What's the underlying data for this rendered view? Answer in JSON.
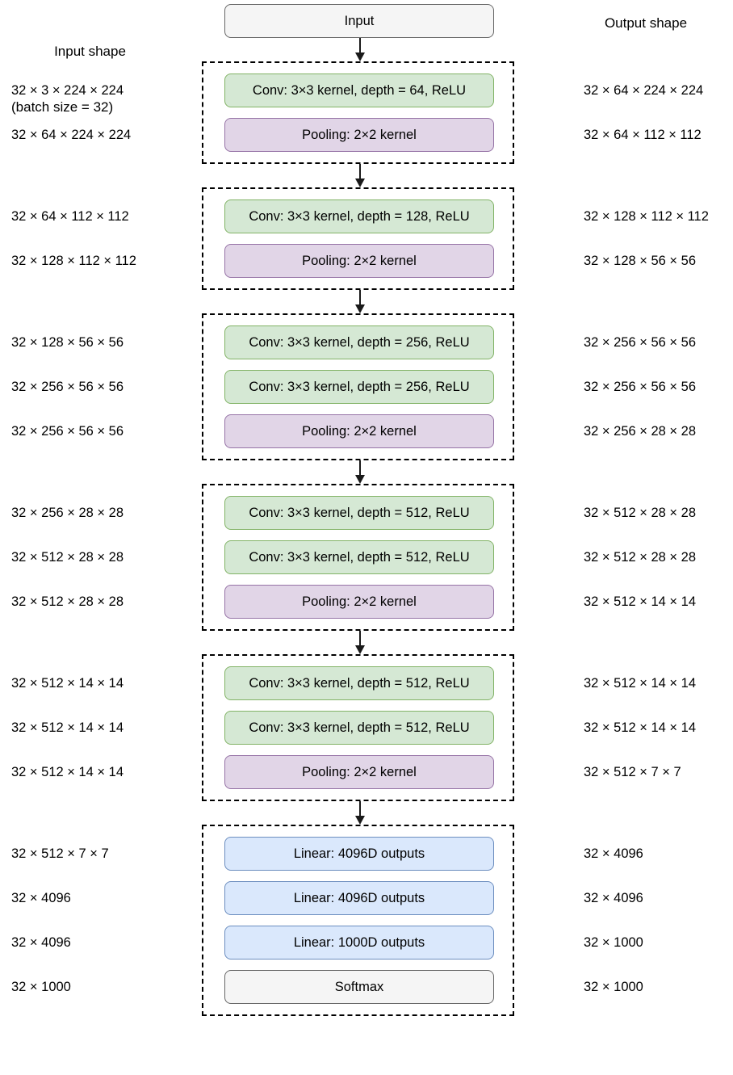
{
  "headers": {
    "input_line1": "Input shape",
    "input_line2": "(batch size = 32)",
    "output": "Output shape"
  },
  "colors": {
    "conv_fill": "#d5e8d4",
    "conv_border": "#82b366",
    "pool_fill": "#e1d5e7",
    "pool_border": "#9673a6",
    "linear_fill": "#dae8fc",
    "linear_border": "#6c8ebf",
    "plain_fill": "#f5f5f5",
    "plain_border": "#666666",
    "group_border": "#000000",
    "arrow": "#1a1a1a"
  },
  "input_node": {
    "label": "Input"
  },
  "blocks": [
    {
      "name": "block-1",
      "layers": [
        {
          "type": "conv",
          "label": "Conv: 3×3 kernel, depth = 64, ReLU",
          "input_shape": "32 × 3 × 224 × 224",
          "output_shape": "32 × 64 × 224 × 224"
        },
        {
          "type": "pool",
          "label": "Pooling: 2×2 kernel",
          "input_shape": "32 × 64 × 224 × 224",
          "output_shape": "32 × 64 × 112 × 112"
        }
      ]
    },
    {
      "name": "block-2",
      "layers": [
        {
          "type": "conv",
          "label": "Conv: 3×3 kernel, depth = 128, ReLU",
          "input_shape": "32 × 64 × 112 × 112",
          "output_shape": "32 × 128 × 112 × 112"
        },
        {
          "type": "pool",
          "label": "Pooling: 2×2 kernel",
          "input_shape": "32 × 128 × 112 × 112",
          "output_shape": "32 × 128 × 56 × 56"
        }
      ]
    },
    {
      "name": "block-3",
      "layers": [
        {
          "type": "conv",
          "label": "Conv: 3×3 kernel, depth = 256, ReLU",
          "input_shape": "32 × 128 × 56 × 56",
          "output_shape": "32 × 256 × 56 × 56"
        },
        {
          "type": "conv",
          "label": "Conv: 3×3 kernel, depth = 256, ReLU",
          "input_shape": "32 × 256 × 56 × 56",
          "output_shape": "32 × 256 × 56 × 56"
        },
        {
          "type": "pool",
          "label": "Pooling: 2×2 kernel",
          "input_shape": "32 × 256 × 56 × 56",
          "output_shape": "32 × 256 × 28 × 28"
        }
      ]
    },
    {
      "name": "block-4",
      "layers": [
        {
          "type": "conv",
          "label": "Conv: 3×3 kernel, depth = 512, ReLU",
          "input_shape": "32 × 256 × 28 × 28",
          "output_shape": "32 × 512 × 28 × 28"
        },
        {
          "type": "conv",
          "label": "Conv: 3×3 kernel, depth = 512, ReLU",
          "input_shape": "32 × 512 × 28 × 28",
          "output_shape": "32 × 512 × 28 × 28"
        },
        {
          "type": "pool",
          "label": "Pooling: 2×2 kernel",
          "input_shape": "32 × 512 × 28 × 28",
          "output_shape": "32 × 512 × 14 × 14"
        }
      ]
    },
    {
      "name": "block-5",
      "layers": [
        {
          "type": "conv",
          "label": "Conv: 3×3 kernel, depth = 512, ReLU",
          "input_shape": "32 × 512 × 14 × 14",
          "output_shape": "32 × 512 × 14 × 14"
        },
        {
          "type": "conv",
          "label": "Conv: 3×3 kernel, depth = 512, ReLU",
          "input_shape": "32 × 512 × 14 × 14",
          "output_shape": "32 × 512 × 14 × 14"
        },
        {
          "type": "pool",
          "label": "Pooling: 2×2 kernel",
          "input_shape": "32 × 512 × 14 × 14",
          "output_shape": "32 × 512 × 7 × 7"
        }
      ]
    },
    {
      "name": "block-6",
      "layers": [
        {
          "type": "linear",
          "label": "Linear: 4096D outputs",
          "input_shape": "32 × 512 × 7 × 7",
          "output_shape": "32 × 4096"
        },
        {
          "type": "linear",
          "label": "Linear: 4096D outputs",
          "input_shape": "32 × 4096",
          "output_shape": "32 × 4096"
        },
        {
          "type": "linear",
          "label": "Linear: 1000D outputs",
          "input_shape": "32 × 4096",
          "output_shape": "32 × 1000"
        },
        {
          "type": "plain",
          "label": "Softmax",
          "input_shape": "32 × 1000",
          "output_shape": "32 × 1000"
        }
      ]
    }
  ]
}
